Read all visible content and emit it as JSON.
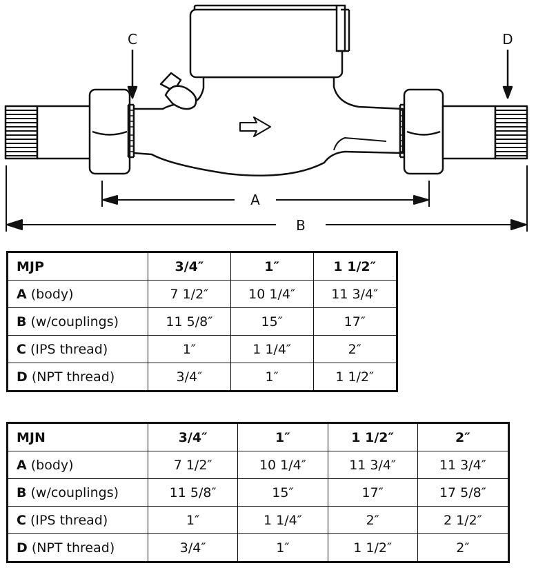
{
  "diagram": {
    "labels": {
      "a": "A",
      "b": "B",
      "c": "C",
      "d": "D"
    }
  },
  "tables": {
    "mjp": {
      "model": "MJP",
      "sizes": [
        "3/4″",
        "1″",
        "1  1/2″"
      ],
      "rows": [
        {
          "letter": "A",
          "label": " (body)",
          "values": [
            "7  1/2″",
            "10  1/4″",
            "11  3/4″"
          ]
        },
        {
          "letter": "B",
          "label": " (w/couplings)",
          "values": [
            "11  5/8″",
            "15″",
            "17″"
          ]
        },
        {
          "letter": "C",
          "label": " (IPS thread)",
          "values": [
            "1″",
            "1  1/4″",
            "2″"
          ]
        },
        {
          "letter": "D",
          "label": " (NPT thread)",
          "values": [
            "3/4″",
            "1″",
            "1  1/2″"
          ]
        }
      ]
    },
    "mjn": {
      "model": "MJN",
      "sizes": [
        "3/4″",
        "1″",
        "1  1/2″",
        "2″"
      ],
      "rows": [
        {
          "letter": "A",
          "label": " (body)",
          "values": [
            "7  1/2″",
            "10  1/4″",
            "11  3/4″",
            "11  3/4″"
          ]
        },
        {
          "letter": "B",
          "label": " (w/couplings)",
          "values": [
            "11  5/8″",
            "15″",
            "17″",
            "17  5/8″"
          ]
        },
        {
          "letter": "C",
          "label": " (IPS thread)",
          "values": [
            "1″",
            "1  1/4″",
            "2″",
            "2  1/2″"
          ]
        },
        {
          "letter": "D",
          "label": " (NPT thread)",
          "values": [
            "3/4″",
            "1″",
            "1  1/2″",
            "2″"
          ]
        }
      ]
    }
  }
}
